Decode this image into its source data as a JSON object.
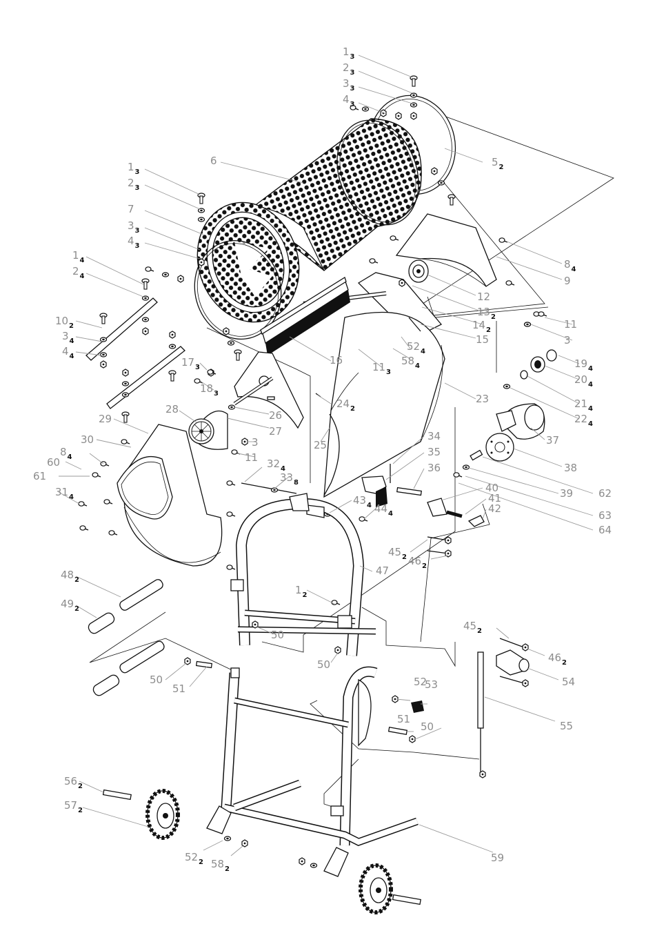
{
  "labels": [
    {
      "id": "p1-top",
      "num": "1",
      "qty": "3"
    },
    {
      "id": "p2-top",
      "num": "2",
      "qty": "3"
    },
    {
      "id": "p3-top",
      "num": "3",
      "qty": "3"
    },
    {
      "id": "p4-top",
      "num": "4",
      "qty": "3"
    },
    {
      "id": "p5",
      "num": "5",
      "qty": "2"
    },
    {
      "id": "p6",
      "num": "6",
      "qty": ""
    },
    {
      "id": "p1-left",
      "num": "1",
      "qty": "3"
    },
    {
      "id": "p2-left",
      "num": "2",
      "qty": "3"
    },
    {
      "id": "p7",
      "num": "7",
      "qty": ""
    },
    {
      "id": "p3-left",
      "num": "3",
      "qty": "3"
    },
    {
      "id": "p4-left",
      "num": "4",
      "qty": "3"
    },
    {
      "id": "p1-far",
      "num": "1",
      "qty": "4"
    },
    {
      "id": "p2-far",
      "num": "2",
      "qty": "4"
    },
    {
      "id": "p10",
      "num": "10",
      "qty": "2"
    },
    {
      "id": "p3-far",
      "num": "3",
      "qty": "4"
    },
    {
      "id": "p4-far",
      "num": "4",
      "qty": "4"
    },
    {
      "id": "p8-right",
      "num": "8",
      "qty": "4"
    },
    {
      "id": "p9",
      "num": "9",
      "qty": ""
    },
    {
      "id": "p12",
      "num": "12",
      "qty": ""
    },
    {
      "id": "p13",
      "num": "13",
      "qty": "2"
    },
    {
      "id": "p14",
      "num": "14",
      "qty": "2"
    },
    {
      "id": "p15",
      "num": "15",
      "qty": ""
    },
    {
      "id": "p11-right",
      "num": "11",
      "qty": ""
    },
    {
      "id": "p3-right",
      "num": "3",
      "qty": ""
    },
    {
      "id": "p52-mid",
      "num": "52",
      "qty": "4"
    },
    {
      "id": "p58-mid",
      "num": "58",
      "qty": "4"
    },
    {
      "id": "p16",
      "num": "16",
      "qty": ""
    },
    {
      "id": "p11-mid",
      "num": "11",
      "qty": "3"
    },
    {
      "id": "p19",
      "num": "19",
      "qty": "4"
    },
    {
      "id": "p20",
      "num": "20",
      "qty": "4"
    },
    {
      "id": "p21",
      "num": "21",
      "qty": "4"
    },
    {
      "id": "p22",
      "num": "22",
      "qty": "4"
    },
    {
      "id": "p17",
      "num": "17",
      "qty": "3"
    },
    {
      "id": "p18",
      "num": "18",
      "qty": "3"
    },
    {
      "id": "p23",
      "num": "23",
      "qty": ""
    },
    {
      "id": "p24",
      "num": "24",
      "qty": "2"
    },
    {
      "id": "p26",
      "num": "26",
      "qty": ""
    },
    {
      "id": "p27",
      "num": "27",
      "qty": ""
    },
    {
      "id": "p28",
      "num": "28",
      "qty": ""
    },
    {
      "id": "p29",
      "num": "29",
      "qty": ""
    },
    {
      "id": "p25",
      "num": "25",
      "qty": ""
    },
    {
      "id": "p3-lower",
      "num": "3",
      "qty": ""
    },
    {
      "id": "p11-lower",
      "num": "11",
      "qty": ""
    },
    {
      "id": "p37",
      "num": "37",
      "qty": ""
    },
    {
      "id": "p30",
      "num": "30",
      "qty": ""
    },
    {
      "id": "p8-left",
      "num": "8",
      "qty": "4"
    },
    {
      "id": "p60",
      "num": "60",
      "qty": ""
    },
    {
      "id": "p61",
      "num": "61",
      "qty": ""
    },
    {
      "id": "p31",
      "num": "31",
      "qty": "4"
    },
    {
      "id": "p32",
      "num": "32",
      "qty": "4"
    },
    {
      "id": "p33",
      "num": "33",
      "qty": "8"
    },
    {
      "id": "p34",
      "num": "34",
      "qty": ""
    },
    {
      "id": "p35",
      "num": "35",
      "qty": ""
    },
    {
      "id": "p36",
      "num": "36",
      "qty": ""
    },
    {
      "id": "p38",
      "num": "38",
      "qty": ""
    },
    {
      "id": "p62",
      "num": "62",
      "qty": ""
    },
    {
      "id": "p39",
      "num": "39",
      "qty": ""
    },
    {
      "id": "p63",
      "num": "63",
      "qty": ""
    },
    {
      "id": "p64",
      "num": "64",
      "qty": ""
    },
    {
      "id": "p40",
      "num": "40",
      "qty": ""
    },
    {
      "id": "p41",
      "num": "41",
      "qty": ""
    },
    {
      "id": "p42",
      "num": "42",
      "qty": ""
    },
    {
      "id": "p43",
      "num": "43",
      "qty": "4"
    },
    {
      "id": "p44",
      "num": "44",
      "qty": "4"
    },
    {
      "id": "p45-mid",
      "num": "45",
      "qty": "2"
    },
    {
      "id": "p46-mid",
      "num": "46",
      "qty": "2"
    },
    {
      "id": "p47",
      "num": "47",
      "qty": ""
    },
    {
      "id": "p48",
      "num": "48",
      "qty": "2"
    },
    {
      "id": "p49",
      "num": "49",
      "qty": "2"
    },
    {
      "id": "p1-frame",
      "num": "1",
      "qty": "2"
    },
    {
      "id": "p50-a",
      "num": "50",
      "qty": ""
    },
    {
      "id": "p50-b",
      "num": "50",
      "qty": ""
    },
    {
      "id": "p50-c",
      "num": "50",
      "qty": ""
    },
    {
      "id": "p51-a",
      "num": "51",
      "qty": ""
    },
    {
      "id": "p45-right",
      "num": "45",
      "qty": "2"
    },
    {
      "id": "p46-right",
      "num": "46",
      "qty": "2"
    },
    {
      "id": "p54",
      "num": "54",
      "qty": ""
    },
    {
      "id": "p52-right",
      "num": "52",
      "qty": ""
    },
    {
      "id": "p53",
      "num": "53",
      "qty": ""
    },
    {
      "id": "p51-b",
      "num": "51",
      "qty": ""
    },
    {
      "id": "p50-d",
      "num": "50",
      "qty": ""
    },
    {
      "id": "p55",
      "num": "55",
      "qty": ""
    },
    {
      "id": "p56",
      "num": "56",
      "qty": "2"
    },
    {
      "id": "p57",
      "num": "57",
      "qty": "2"
    },
    {
      "id": "p52-wheel",
      "num": "52",
      "qty": "2"
    },
    {
      "id": "p58-wheel",
      "num": "58",
      "qty": "2"
    },
    {
      "id": "p59",
      "num": "59",
      "qty": ""
    }
  ]
}
